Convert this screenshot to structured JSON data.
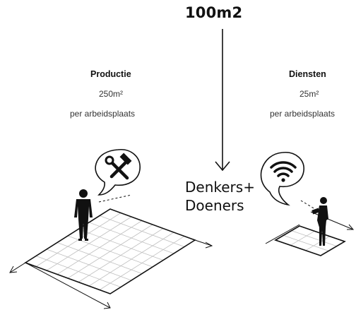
{
  "center": {
    "title": "100m2",
    "label_line1": "Denkers+",
    "label_line2": "Doeners"
  },
  "productie": {
    "heading": "Productie",
    "area": "250m²",
    "per": "per arbeidsplaats",
    "icon": "hammer-wrench-icon"
  },
  "diensten": {
    "heading": "Diensten",
    "area": "25m²",
    "per": "per arbeidsplaats",
    "icon": "wifi-icon"
  },
  "colors": {
    "ink": "#111111",
    "grid": "#bfbfbf"
  }
}
